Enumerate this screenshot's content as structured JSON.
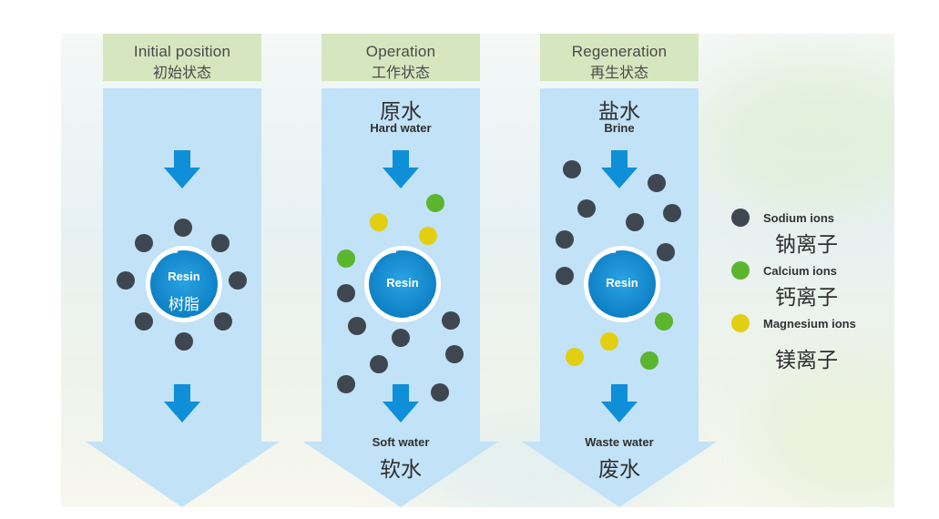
{
  "columns": [
    {
      "header_en": "Initial position",
      "header_cn": "初始状态",
      "resin_en": "Resin",
      "resin_cn": "树脂"
    },
    {
      "header_en": "Operation",
      "header_cn": "工作状态",
      "top_cn": "原水",
      "top_en": "Hard water",
      "bottom_en": "Soft water",
      "bottom_cn": "软水",
      "resin_en": "Resin"
    },
    {
      "header_en": "Regeneration",
      "header_cn": "再生状态",
      "top_cn": "盐水",
      "top_en": "Brine",
      "bottom_en": "Waste water",
      "bottom_cn": "废水",
      "resin_en": "Resin"
    }
  ],
  "legend": [
    {
      "en": "Sodium ions",
      "cn": "钠离子",
      "color": "#3e4750"
    },
    {
      "en": "Calcium ions",
      "cn": "钙离子",
      "color": "#5bb52f"
    },
    {
      "en": "Magnesium ions",
      "cn": "镁离子",
      "color": "#e3cf12"
    }
  ],
  "colors": {
    "arrow_fill": "#c2e2f7",
    "flow_arrow": "#0e8fd8",
    "resin": "#1793d6"
  }
}
